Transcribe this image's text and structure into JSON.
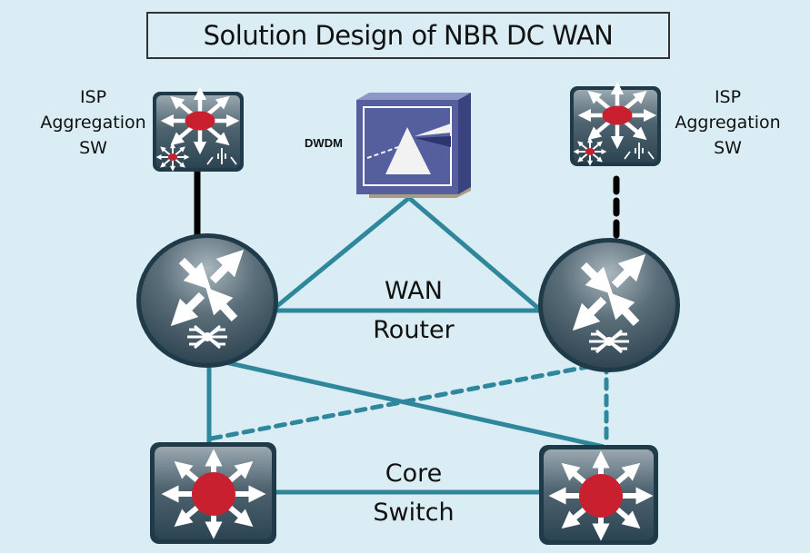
{
  "title": "Solution Design of NBR DC WAN",
  "colors": {
    "background": "#dbedf4",
    "link": "#2f879b",
    "isp_link": "#000000",
    "device_dark": "#2c4452",
    "device_light": "#7d8f99",
    "switch_core_red": "#c8202e",
    "dwdm_blue": "#565f9e",
    "dwdm_shadow": "#a89d83"
  },
  "labels": {
    "isp_left": [
      "ISP",
      "Aggregation",
      "SW"
    ],
    "isp_right": [
      "ISP",
      "Aggregation",
      "SW"
    ],
    "dwdm": "DWDM",
    "wan": [
      "WAN",
      "Router"
    ],
    "core": [
      "Core",
      "Switch"
    ]
  },
  "devices": [
    {
      "id": "isp-sw-left",
      "type": "multilayer-switch",
      "label": "ISP Aggregation SW"
    },
    {
      "id": "isp-sw-right",
      "type": "multilayer-switch",
      "label": "ISP Aggregation SW"
    },
    {
      "id": "dwdm",
      "type": "dwdm",
      "label": "DWDM"
    },
    {
      "id": "wan-router-left",
      "type": "router",
      "label": "WAN Router"
    },
    {
      "id": "wan-router-right",
      "type": "router",
      "label": "WAN Router"
    },
    {
      "id": "core-switch-left",
      "type": "layer3-switch",
      "label": "Core Switch"
    },
    {
      "id": "core-switch-right",
      "type": "layer3-switch",
      "label": "Core Switch"
    }
  ],
  "links": [
    {
      "from": "isp-sw-left",
      "to": "wan-router-left",
      "style": "solid",
      "color": "isp_link"
    },
    {
      "from": "isp-sw-right",
      "to": "wan-router-right",
      "style": "dashed",
      "color": "isp_link"
    },
    {
      "from": "dwdm",
      "to": "wan-router-left",
      "style": "solid",
      "color": "link"
    },
    {
      "from": "dwdm",
      "to": "wan-router-right",
      "style": "solid",
      "color": "link"
    },
    {
      "from": "wan-router-left",
      "to": "wan-router-right",
      "style": "solid",
      "color": "link"
    },
    {
      "from": "wan-router-left",
      "to": "core-switch-left",
      "style": "solid",
      "color": "link"
    },
    {
      "from": "wan-router-left",
      "to": "core-switch-right",
      "style": "solid",
      "color": "link"
    },
    {
      "from": "wan-router-right",
      "to": "core-switch-left",
      "style": "dashed",
      "color": "link"
    },
    {
      "from": "wan-router-right",
      "to": "core-switch-right",
      "style": "dashed",
      "color": "link"
    },
    {
      "from": "core-switch-left",
      "to": "core-switch-right",
      "style": "solid",
      "color": "link"
    }
  ]
}
